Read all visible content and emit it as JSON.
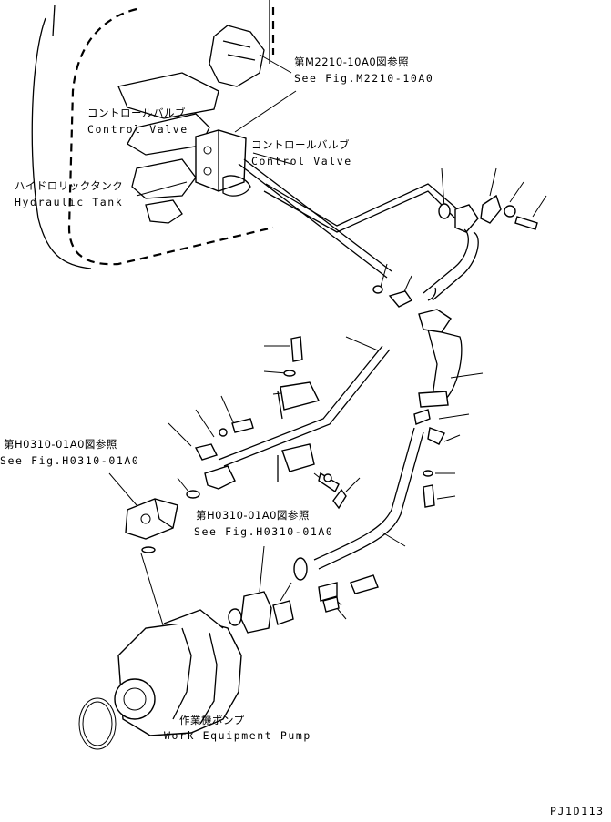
{
  "labels": {
    "ref_m2210_jp": "第M2210-10A0図参照",
    "ref_m2210_en": "See Fig.M2210-10A0",
    "control_valve_jp_1": "コントロールバルブ",
    "control_valve_en_1": "Control Valve",
    "control_valve_jp_2": "コントロールバルブ",
    "control_valve_en_2": "Control Valve",
    "hydraulic_tank_jp": "ハイドロリックタンク",
    "hydraulic_tank_en": "Hydraulic Tank",
    "ref_h0310_left_jp": "第H0310-01A0図参照",
    "ref_h0310_left_en": "See Fig.H0310-01A0",
    "ref_h0310_mid_jp": "第H0310-01A0図参照",
    "ref_h0310_mid_en": "See Fig.H0310-01A0",
    "pump_jp": "作業機ポンプ",
    "pump_en": "Work Equipment Pump",
    "drawing_code": "PJ1D113"
  }
}
